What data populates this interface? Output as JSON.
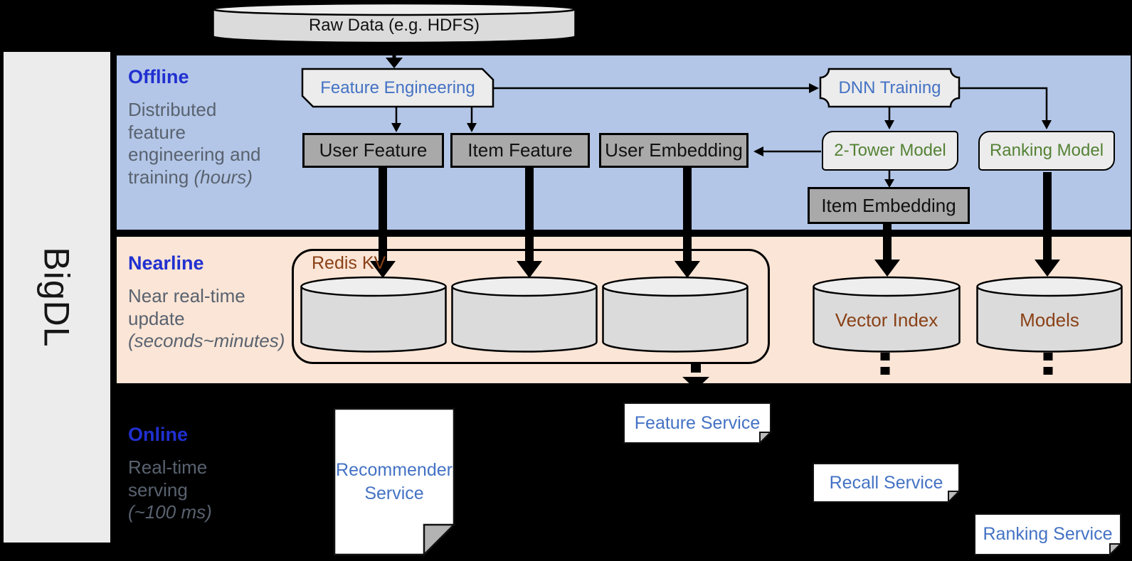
{
  "brand": {
    "label": "BigDL"
  },
  "raw_data": {
    "label": "Raw Data (e.g. HDFS)"
  },
  "sections": {
    "offline": {
      "title": "Offline",
      "desc": "Distributed feature engineering and training ",
      "note": "(hours)"
    },
    "nearline": {
      "title": "Nearline",
      "desc": "Near real-time update ",
      "note": "(seconds~minutes)"
    },
    "online": {
      "title": "Online",
      "desc": "Real-time serving ",
      "note": "(~100 ms)"
    }
  },
  "offline_nodes": {
    "feature_engineering": "Feature Engineering",
    "dnn_training": "DNN Training",
    "user_feature": "User Feature",
    "item_feature": "Item Feature",
    "user_embedding": "User Embedding",
    "two_tower_model": "2-Tower Model",
    "ranking_model": "Ranking Model",
    "item_embedding": "Item Embedding"
  },
  "nearline_nodes": {
    "redis_kv": "Redis KV",
    "vector_index": "Vector Index",
    "models": "Models"
  },
  "online_nodes": {
    "recommender_service": "Recommender Service",
    "feature_service": "Feature Service",
    "recall_service": "Recall Service",
    "ranking_service": "Ranking Service"
  },
  "edges": [
    {
      "from": "Raw Data",
      "to": "Feature Engineering",
      "style": "thin"
    },
    {
      "from": "Feature Engineering",
      "to": "DNN Training",
      "style": "thin"
    },
    {
      "from": "Feature Engineering",
      "to": "User Feature",
      "style": "thin"
    },
    {
      "from": "Feature Engineering",
      "to": "Item Feature",
      "style": "thin"
    },
    {
      "from": "DNN Training",
      "to": "2-Tower Model",
      "style": "thin"
    },
    {
      "from": "DNN Training",
      "to": "Ranking Model",
      "style": "thin"
    },
    {
      "from": "2-Tower Model",
      "to": "User Embedding",
      "style": "thin"
    },
    {
      "from": "2-Tower Model",
      "to": "Item Embedding",
      "style": "thin"
    },
    {
      "from": "User Feature",
      "to": "Redis KV store 1",
      "style": "thick"
    },
    {
      "from": "Item Feature",
      "to": "Redis KV store 2",
      "style": "thick"
    },
    {
      "from": "User Embedding",
      "to": "Redis KV store 3",
      "style": "thick"
    },
    {
      "from": "Item Embedding",
      "to": "Vector Index",
      "style": "thick"
    },
    {
      "from": "Ranking Model",
      "to": "Models",
      "style": "thick"
    },
    {
      "from": "Redis KV",
      "to": "Feature Service",
      "style": "dashed"
    },
    {
      "from": "Vector Index",
      "to": "Recall Service",
      "style": "dashed"
    },
    {
      "from": "Models",
      "to": "Ranking Service",
      "style": "dashed"
    }
  ],
  "colors": {
    "offline_band": "#b3c6e7",
    "nearline_band": "#fbe5d6",
    "online_background": "#000000",
    "section_title_blue": "#2030d0",
    "section_desc_gray": "#59626f",
    "node_label_blue": "#4472c4",
    "node_label_green": "#548235",
    "node_label_brown": "#8a4117",
    "gray_box_fill": "#a9a9a9",
    "light_shape_fill": "#ececec",
    "cylinder_fill": "#dbdbdb",
    "sidebar_fill": "#ececec"
  }
}
